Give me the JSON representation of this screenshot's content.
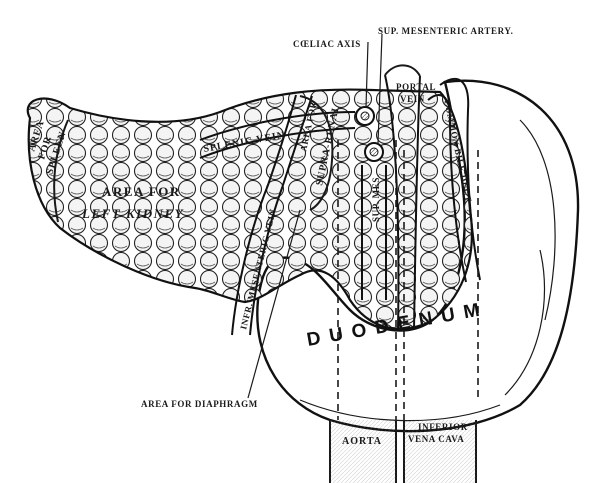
{
  "labels": {
    "coeliac_axis": "CŒLIAC AXIS",
    "sup_mesenteric_artery": "SUP. MESENTERIC ARTERY.",
    "portal_vein_line1": "PORTAL",
    "portal_vein_line2": "VEIN",
    "common_bile_duct": "COMMON BILE DUCT",
    "area_for_spleen_line1": "AREA",
    "area_for_spleen_line2": "FOR",
    "area_for_spleen_line3": "SPLEEN",
    "splenic_vein": "SPLENIC VEIN",
    "area_for_left_kidney_line1": "AREA FOR",
    "area_for_left_kidney_line2": "LEFT KIDNEY",
    "area_for_supra_renal_line1": "AREA FOR",
    "area_for_supra_renal_line2": "SUPRA-RENAL",
    "sup_mes": "SUP. MES.",
    "infr_mesenteric_vein": "INFR. MESENTERIC VEIN",
    "area_for_diaphragm": "AREA FOR DIAPHRAGM",
    "duodenum": "DUODENUM",
    "aorta": "AORTA",
    "inferior_vena_cava_line1": "INFERIOR",
    "inferior_vena_cava_line2": "VENA CAVA"
  }
}
